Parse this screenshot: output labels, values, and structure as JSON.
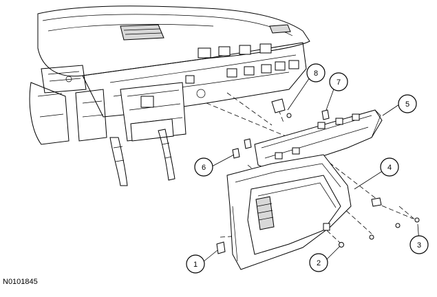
{
  "figure": {
    "id_label": "N0101845",
    "callouts": [
      {
        "num": "1"
      },
      {
        "num": "2"
      },
      {
        "num": "3"
      },
      {
        "num": "4"
      },
      {
        "num": "5"
      },
      {
        "num": "6"
      },
      {
        "num": "7"
      },
      {
        "num": "8"
      }
    ]
  }
}
